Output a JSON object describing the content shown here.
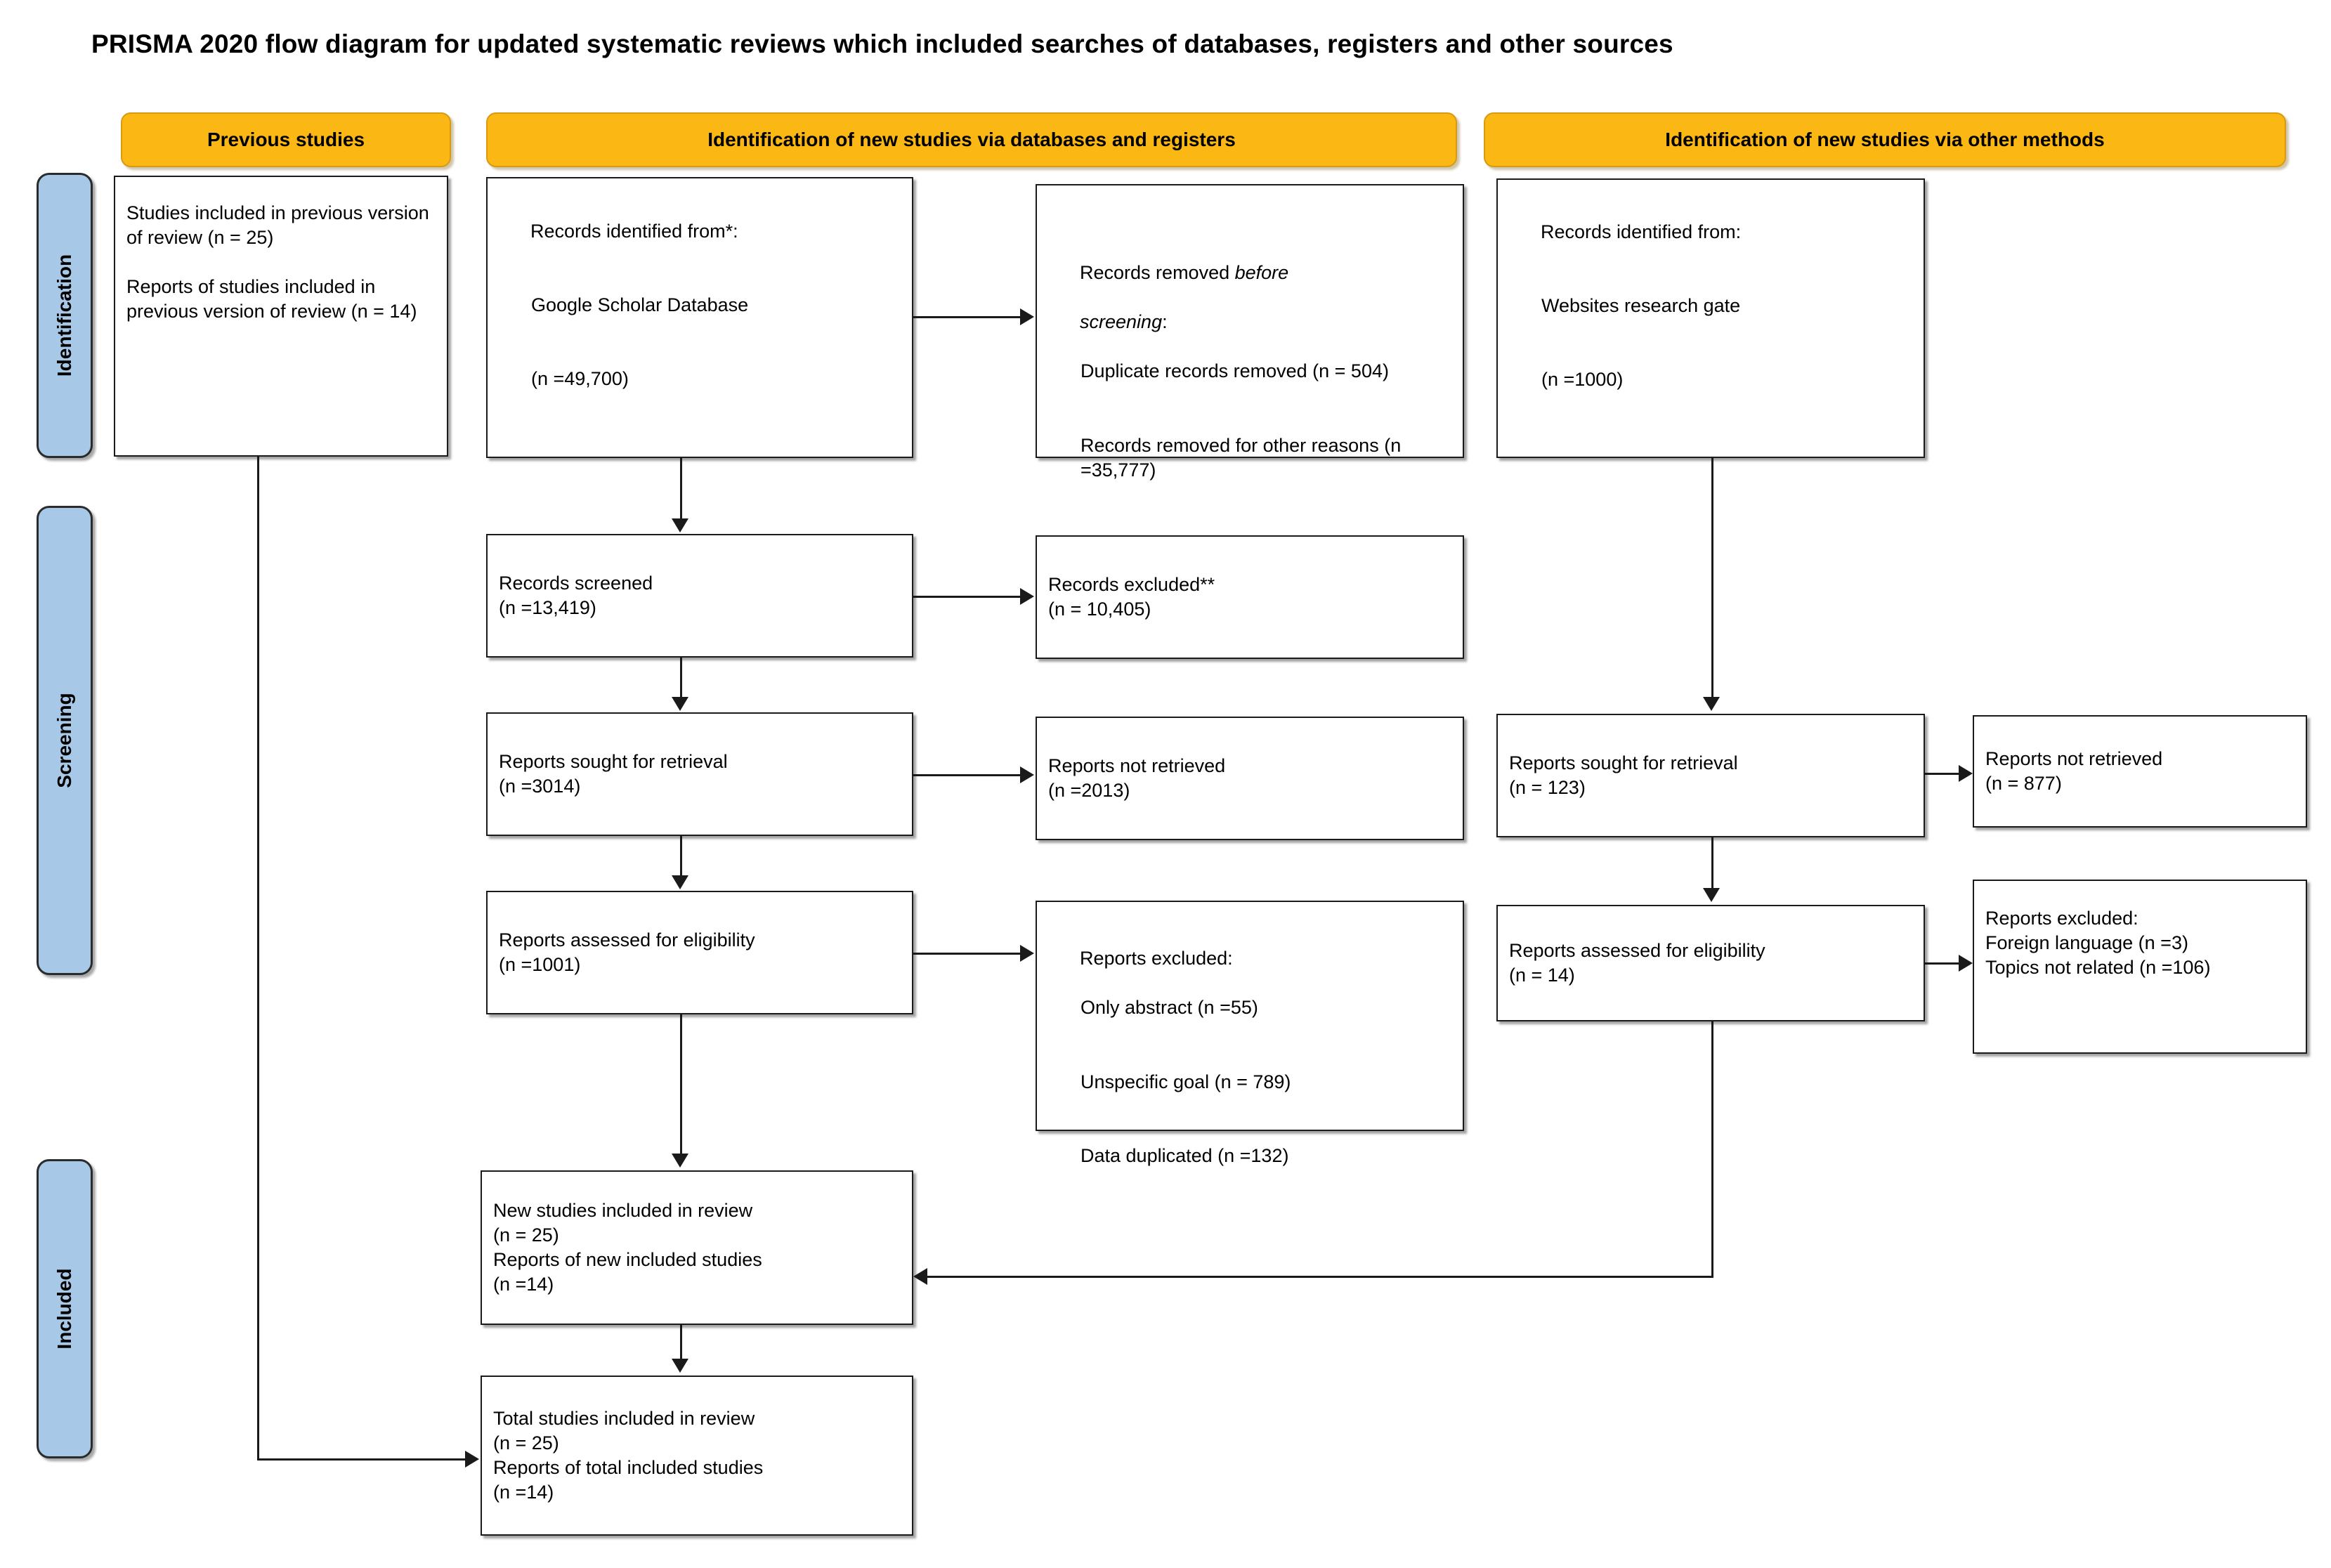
{
  "title": "PRISMA 2020 flow diagram for updated systematic reviews which included searches of databases, registers and other sources",
  "bands": [
    {
      "label": "Identification"
    },
    {
      "label": "Screening"
    },
    {
      "label": "Included"
    }
  ],
  "headers": [
    {
      "label": "Previous studies"
    },
    {
      "label": "Identification of new studies via databases and registers"
    },
    {
      "label": "Identification of new studies via other methods"
    }
  ],
  "boxes": {
    "previous_studies": "Studies included in previous version of review (n = 25)\n\nReports of studies included in previous version of review (n = 14)",
    "records_identified_db_line1": "Records identified from*:",
    "records_identified_db_line2": "Google Scholar Database",
    "records_identified_db_line3": "(n =49,700)",
    "records_removed_line1": "Records removed ",
    "records_removed_line1_italic": "before",
    "records_removed_line2_italic": "screening",
    "records_removed_line2_tail": ":",
    "records_removed_line3": "Duplicate records removed (n = 504)",
    "records_removed_line4": "Records removed for other reasons (n =35,777)",
    "records_screened": "Records screened\n(n =13,419)",
    "records_excluded": "Records excluded**\n(n = 10,405)",
    "reports_sought_db": "Reports sought for retrieval\n(n =3014)",
    "reports_not_retrieved_db": "Reports not retrieved\n(n =2013)",
    "reports_assessed_db": "Reports assessed for eligibility\n(n =1001)",
    "reports_excluded_db_head": "Reports excluded:",
    "reports_excluded_db_1": "Only abstract (n =55)",
    "reports_excluded_db_2": "Unspecific goal (n = 789)",
    "reports_excluded_db_3": "Data duplicated (n =132)",
    "records_identified_other_line1": "Records identified from:",
    "records_identified_other_line2": "Websites research gate",
    "records_identified_other_line3": "(n =1000)",
    "reports_sought_other": "Reports sought for retrieval\n(n = 123)",
    "reports_not_retrieved_other": "Reports not retrieved\n(n = 877)",
    "reports_assessed_other": "Reports assessed for eligibility\n(n = 14)",
    "reports_excluded_other": "Reports excluded:\nForeign language (n =3)\nTopics not related (n =106)",
    "new_studies_included": "New studies included in review\n(n = 25)\nReports of new included studies\n(n =14)",
    "total_studies_included": "Total studies included in review\n(n = 25)\nReports of total included studies\n(n =14)"
  },
  "colors": {
    "header_bar": "#FBB713",
    "band": "#A8C8E8",
    "box_border": "#1a1a1a",
    "text": "#000000"
  }
}
